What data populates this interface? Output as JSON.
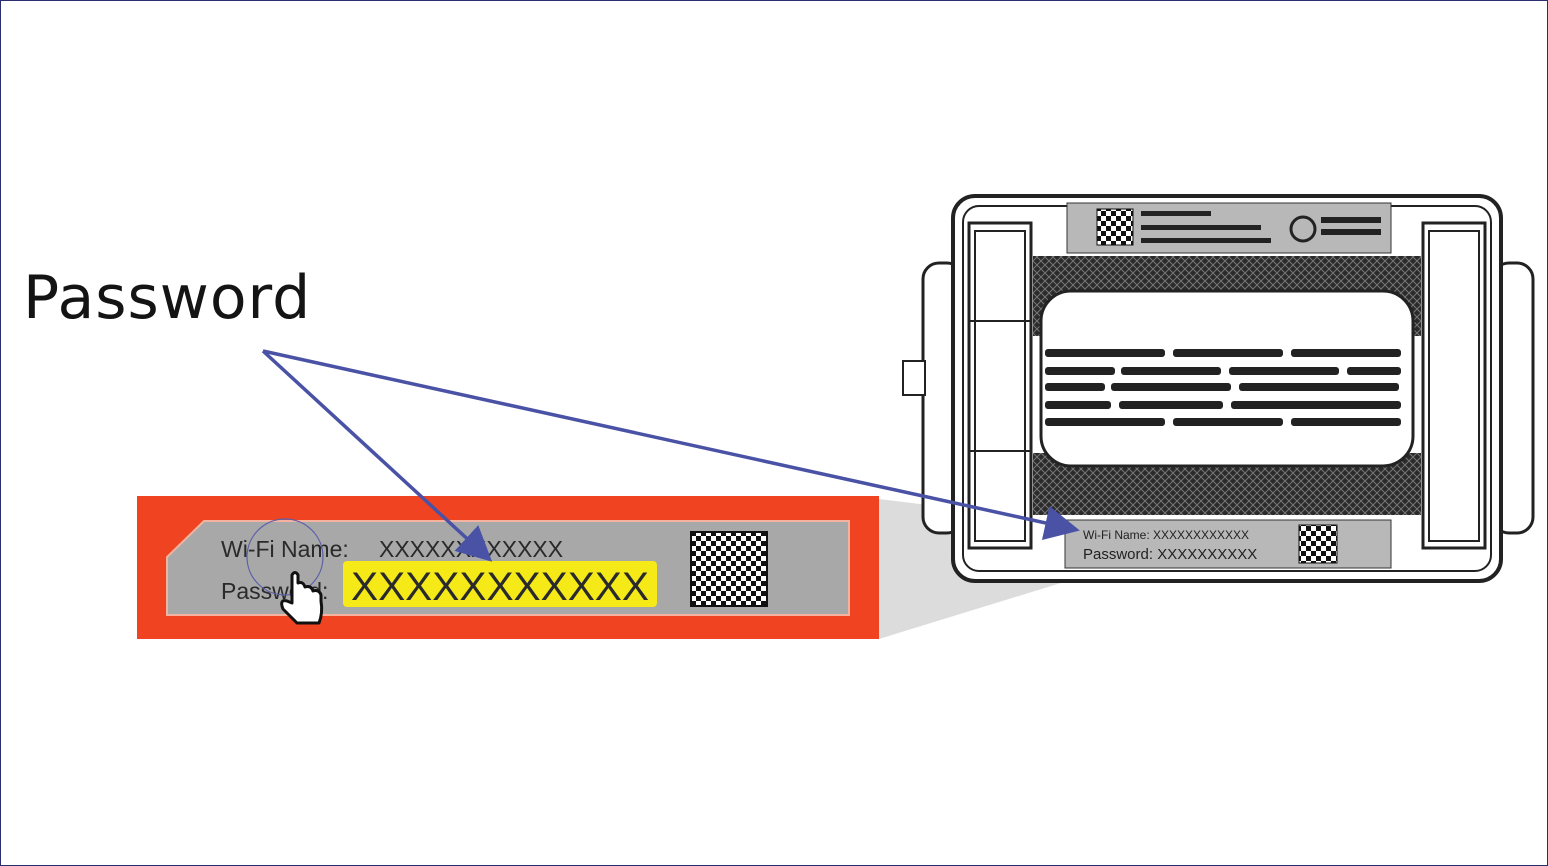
{
  "callout": {
    "title": "Password"
  },
  "zoom_label": {
    "wifi_prefix": "Wi-Fi Name:",
    "wifi_value": "XXXXXXXXXXXX",
    "password_prefix": "Password:",
    "password_value": "XXXXXXXXXXX"
  },
  "device_label": {
    "wifi_line": "Wi-Fi Name: XXXXXXXXXXXX",
    "password_line": "Password: XXXXXXXXXX"
  },
  "colors": {
    "border": "#2a2e6e",
    "arrow": "#4a52a6",
    "label_frame": "#ef4322",
    "label_bg": "#a8a8a8",
    "highlight": "#f5ea18"
  }
}
